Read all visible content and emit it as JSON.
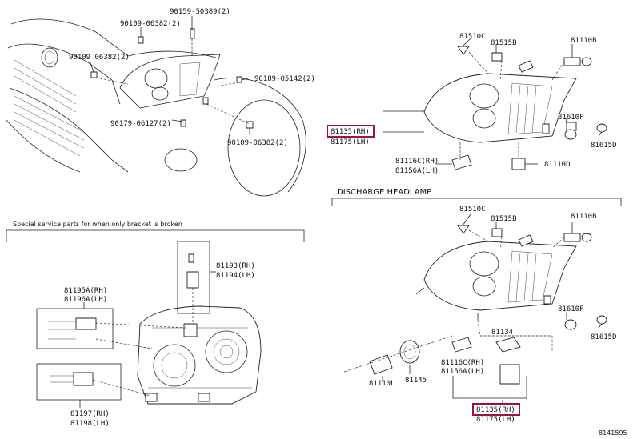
{
  "sections": {
    "discharge_title": "DISCHARGE HEADLAMP",
    "special_parts_title": "Special service parts for when only bracket is broken"
  },
  "labels": {
    "p90159": "90159-50389(2)",
    "p90109a": "90109-06382(2)",
    "p90109b": "90109  06382(2)",
    "p90189": "90189-05142(2)",
    "p90179": "90179-06127(2)",
    "p90109c": "90109-06382(2)",
    "t81510C": "81510C",
    "t81515B": "81515B",
    "t81110B": "81110B",
    "t81135": "81135(RH)",
    "t81175": "81175(LH)",
    "t81610F": "81610F",
    "t81615D": "81615D",
    "t81116C": "81116C(RH)",
    "t81156A": "81156A(LH)",
    "t81110D": "81110D",
    "b81510C": "81510C",
    "b81515B": "81515B",
    "b81110B": "81110B",
    "b81610F": "81610F",
    "b81615D": "81615D",
    "b81134": "81134",
    "b81116C": "81116C(RH)",
    "b81156A": "81156A(LH)",
    "b81110L": "81110L",
    "b81145": "81145",
    "b81135": "81135(RH)",
    "b81175": "81175(LH)",
    "l81193": "81193(RH)",
    "l81194": "81194(LH)",
    "l81195A": "81195A(RH)",
    "l81196A": "81196A(LH)",
    "l81197": "81197(RH)",
    "l81198": "81198(LH)",
    "ref": "8141595"
  },
  "colors": {
    "highlight": "#a01040",
    "ink": "#222222"
  }
}
